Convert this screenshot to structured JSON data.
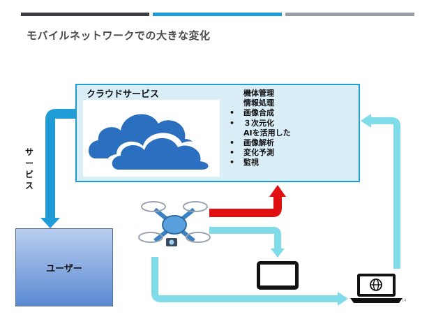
{
  "slide": {
    "title": "モバイルネットワークでの大きな変化",
    "page_number": "14"
  },
  "cloud": {
    "label": "クラウドサービス",
    "features": [
      {
        "bullet": "",
        "text": "機体管理"
      },
      {
        "bullet": "",
        "text": "情報処理"
      },
      {
        "bullet": "•",
        "text": "画像合成"
      },
      {
        "bullet": "•",
        "text": "３次元化"
      },
      {
        "bullet": "",
        "text": "AIを活用した"
      },
      {
        "bullet": "•",
        "text": "画像解析"
      },
      {
        "bullet": "•",
        "text": "変化予測"
      },
      {
        "bullet": "•",
        "text": "監視"
      }
    ]
  },
  "service_label": "サービス",
  "user_label": "ユーザー",
  "colors": {
    "accent": "#1f9bd6",
    "cloud_blue": "#2b6fc0",
    "arrow_light": "#7fdbe8",
    "arrow_red": "#e01010",
    "arrow_blue": "#1f9bd6"
  },
  "icons": [
    "cloud-icon",
    "drone-icon",
    "tablet-icon",
    "laptop-icon"
  ]
}
